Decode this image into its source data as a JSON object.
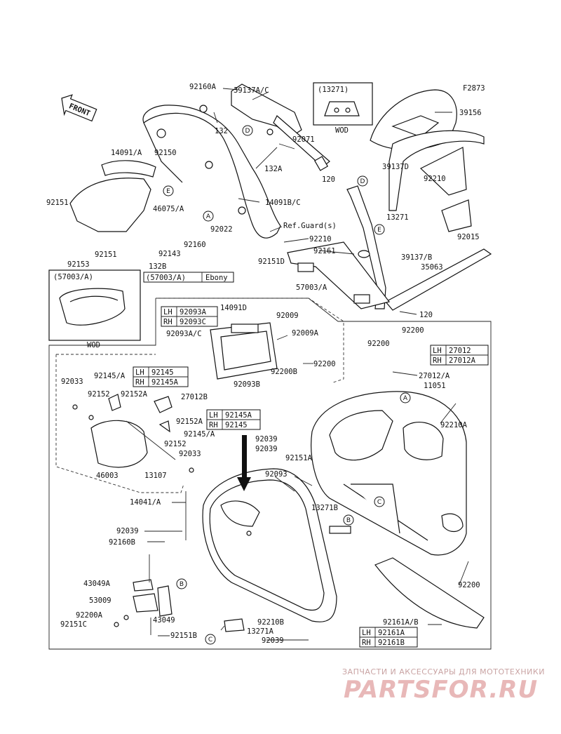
{
  "figure_code": "F2873",
  "front_label": "FRONT",
  "labels": {
    "p92160A_top": "92160A",
    "p39137AC": "39137A/C",
    "p13271_box": "(13271)",
    "wod_top": "WOD",
    "p39156": "39156",
    "p132": "132",
    "p92071": "92071",
    "p14091A": "14091/A",
    "p92150": "92150",
    "p132A": "132A",
    "p39137D": "39137D",
    "p92210_r": "92210",
    "p120_top": "120",
    "p14091BC": "14091B/C",
    "p92151_l": "92151",
    "p46075A": "46075/A",
    "p92022": "92022",
    "p13271_r": "13271",
    "p92015": "92015",
    "p92151_m": "92151",
    "ref_guard": "Ref.Guard(s)",
    "p92210_m": "92210",
    "p92143": "92143",
    "p92160_m": "92160",
    "p92161": "92161",
    "p39137B": "39137/B",
    "p92153": "92153",
    "p92151D": "92151D",
    "p35063": "35063",
    "p132B": "132B",
    "p57003A_ref": "(57003/A)",
    "ebony": "Ebony",
    "p57003A_box": "(57003/A)",
    "wod_left": "WOD",
    "p57003A": "57003/A",
    "p14091D": "14091D",
    "p92009": "92009",
    "lh1": "LH",
    "lh1_val": "92093A",
    "rh1": "RH",
    "rh1_val": "92093C",
    "p120_bot": "120",
    "p92093AC": "92093A/C",
    "p92009A": "92009A",
    "p92200_t": "92200",
    "p92200_m": "92200",
    "lh2": "LH",
    "lh2_val": "27012",
    "rh2": "RH",
    "rh2_val": "27012A",
    "p92200_c": "92200",
    "p92200B": "92200B",
    "p27012A": "27012/A",
    "p92033_t": "92033",
    "p92145A_t": "92145/A",
    "lh3": "LH",
    "lh3_val": "92145",
    "rh3": "RH",
    "rh3_val": "92145A",
    "p11051": "11051",
    "p92152_t": "92152",
    "p92152A_t": "92152A",
    "p92093B": "92093B",
    "p27012B": "27012B",
    "lh4": "LH",
    "lh4_val": "92145A",
    "rh4": "RH",
    "rh4_val": "92145",
    "p92210A": "92210A",
    "p92152A_m": "92152A",
    "p92145A_m": "92145/A",
    "p92039_a": "92039",
    "p92152_m": "92152",
    "p92039_b": "92039",
    "p92033_m": "92033",
    "p92151A": "92151A",
    "p46003": "46003",
    "p13107": "13107",
    "p92093": "92093",
    "p14041A": "14041/A",
    "p13271B": "13271B",
    "p92039_c": "92039",
    "p92160B": "92160B",
    "p92200_b": "92200",
    "p43049A": "43049A",
    "p53009": "53009",
    "p43049": "43049",
    "p92200A": "92200A",
    "p92151C": "92151C",
    "p92210B": "92210B",
    "p92161AB": "92161A/B",
    "p13271A": "13271A",
    "p92151B": "92151B",
    "lh5": "LH",
    "lh5_val": "92161A",
    "rh5": "RH",
    "rh5_val": "92161B",
    "p92039_d": "92039"
  },
  "refs": {
    "A": "A",
    "B": "B",
    "C": "C",
    "D": "D",
    "E": "E"
  },
  "watermark": {
    "line1": "ЗАПЧАСТИ И АКСЕССУАРЫ ДЛЯ МОТОТЕХНИКИ",
    "line2": "PARTSFOR.RU"
  }
}
